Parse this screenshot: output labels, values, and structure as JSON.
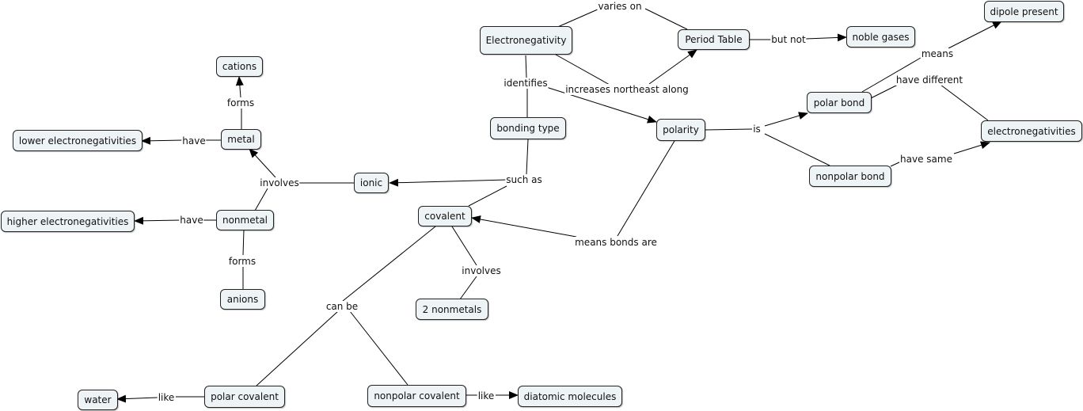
{
  "concepts": {
    "electronegativity": "Electronegativity",
    "period_table": "Period Table",
    "noble_gases": "noble gases",
    "dipole_present": "dipole present",
    "cations": "cations",
    "metal": "metal",
    "lower_en": "lower electronegativities",
    "bonding_type": "bonding type",
    "polarity": "polarity",
    "polar_bond": "polar bond",
    "electronegativities": "electronegativities",
    "nonpolar_bond": "nonpolar bond",
    "ionic": "ionic",
    "higher_en": "higher electronegativities",
    "nonmetal": "nonmetal",
    "covalent": "covalent",
    "anions": "anions",
    "two_nonmetals": "2 nonmetals",
    "water": "water",
    "polar_covalent": "polar covalent",
    "nonpolar_covalent": "nonpolar covalent",
    "diatomic_molecules": "diatomic molecules"
  },
  "links": {
    "varies_on": "varies on",
    "but_not": "but not",
    "means": "means",
    "identifies": "identifies",
    "increases_ne": "increases northeast along",
    "have_different": "have different",
    "forms_metal": "forms",
    "have_metal": "have",
    "is": "is",
    "have_same": "have same",
    "such_as": "such as",
    "involves_ionic": "involves",
    "have_nonmetal": "have",
    "means_bonds_are": "means bonds are",
    "forms_nonmetal": "forms",
    "involves_covalent": "involves",
    "can_be": "can be",
    "like_polar": "like",
    "like_nonpolar": "like"
  }
}
